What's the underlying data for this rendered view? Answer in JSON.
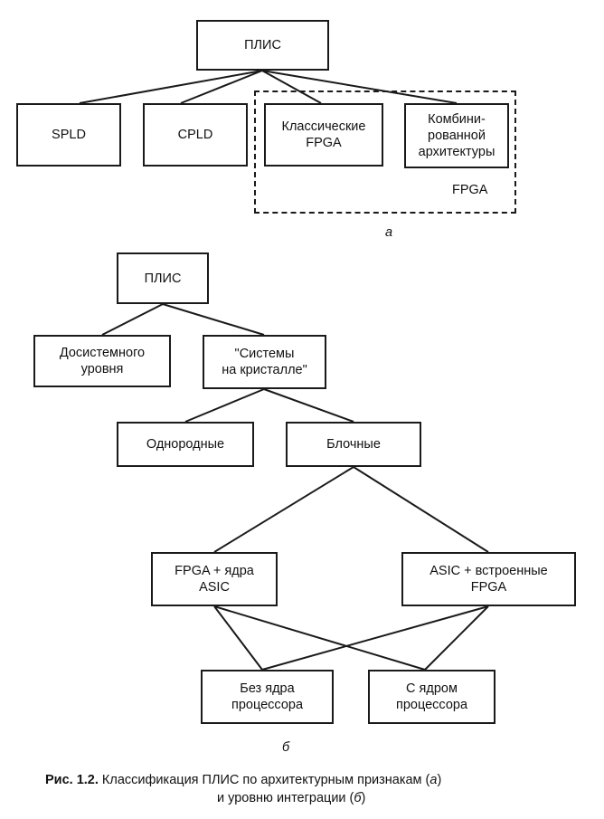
{
  "diagram_a": {
    "root": "ПЛИС",
    "spld": "SPLD",
    "cpld": "CPLD",
    "classic_fpga": [
      "Классические",
      "FPGA"
    ],
    "combined": [
      "Комбини-",
      "рованной",
      "архитектуры"
    ],
    "group_label": "FPGA",
    "label": "а"
  },
  "diagram_b": {
    "root": "ПЛИС",
    "pre_system": [
      "Досистемного",
      "уровня"
    ],
    "soc": [
      "\"Системы",
      "на кристалле\""
    ],
    "homogeneous": "Однородные",
    "block": "Блочные",
    "fpga_asic": [
      "FPGA + ядра",
      "ASIC"
    ],
    "asic_fpga": [
      "ASIC + встроенные",
      "FPGA"
    ],
    "no_core": [
      "Без ядра",
      "процессора"
    ],
    "with_core": [
      "С ядром",
      "процессора"
    ],
    "label": "б"
  },
  "caption": {
    "prefix": "Рис. 1.2.",
    "line1_text": " Классификация ПЛИС по архитектурным признакам (",
    "line1_a": "а",
    "line1_end": ")",
    "line2_text": "и уровню интеграции (",
    "line2_b": "б",
    "line2_end": ")"
  }
}
